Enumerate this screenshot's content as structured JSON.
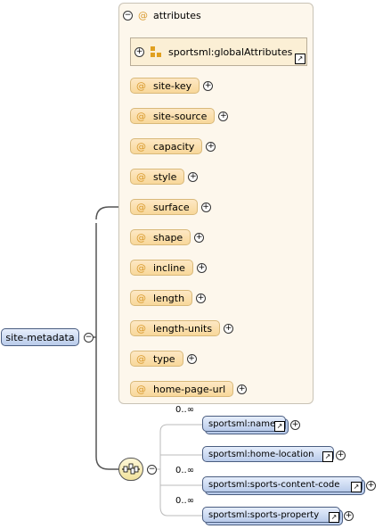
{
  "root": {
    "name": "site-metadata",
    "toggle": "−"
  },
  "attributes": {
    "label": "attributes",
    "at_symbol": "@",
    "toggle": "−",
    "group_ref": {
      "name": "sportsml:globalAttributes",
      "toggle": "+",
      "link": "↗"
    },
    "items": [
      {
        "name": "site-key",
        "toggle": "+"
      },
      {
        "name": "site-source",
        "toggle": "+"
      },
      {
        "name": "capacity",
        "toggle": "+"
      },
      {
        "name": "style",
        "toggle": "+"
      },
      {
        "name": "surface",
        "toggle": "+"
      },
      {
        "name": "shape",
        "toggle": "+"
      },
      {
        "name": "incline",
        "toggle": "+"
      },
      {
        "name": "length",
        "toggle": "+"
      },
      {
        "name": "length-units",
        "toggle": "+"
      },
      {
        "name": "type",
        "toggle": "+"
      },
      {
        "name": "home-page-url",
        "toggle": "+"
      }
    ]
  },
  "sequence": {
    "toggle": "−",
    "children": [
      {
        "name": "sportsml:name",
        "occurrence": "0..∞",
        "toggle": "+",
        "link": "↗"
      },
      {
        "name": "sportsml:home-location",
        "occurrence": "",
        "toggle": "+",
        "link": "↗"
      },
      {
        "name": "sportsml:sports-content-code",
        "occurrence": "0..∞",
        "toggle": "+",
        "link": "↗"
      },
      {
        "name": "sportsml:sports-property",
        "occurrence": "0..∞",
        "toggle": "+",
        "link": "↗"
      }
    ]
  },
  "colors": {
    "element_fill": "#b9cbea",
    "attribute_fill": "#f8d89a",
    "attribute_symbol": "#d99a2e",
    "group_background": "#fdf7ec"
  }
}
